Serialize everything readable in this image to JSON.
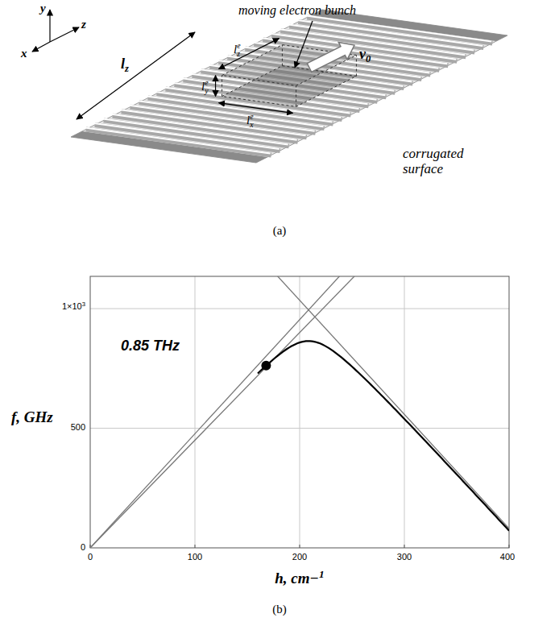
{
  "diagram": {
    "labels": [
      "moving electron bunch",
      "y",
      "z",
      "x",
      "lz",
      "lze",
      "lye",
      "lxe",
      "v0",
      "corrugated surface",
      "(a)",
      "0.85 THz",
      "f, GHz",
      "1×103",
      "500",
      "0",
      "0",
      "100",
      "200",
      "300",
      "400",
      "h, cm−1",
      "(b)"
    ]
  }
}
